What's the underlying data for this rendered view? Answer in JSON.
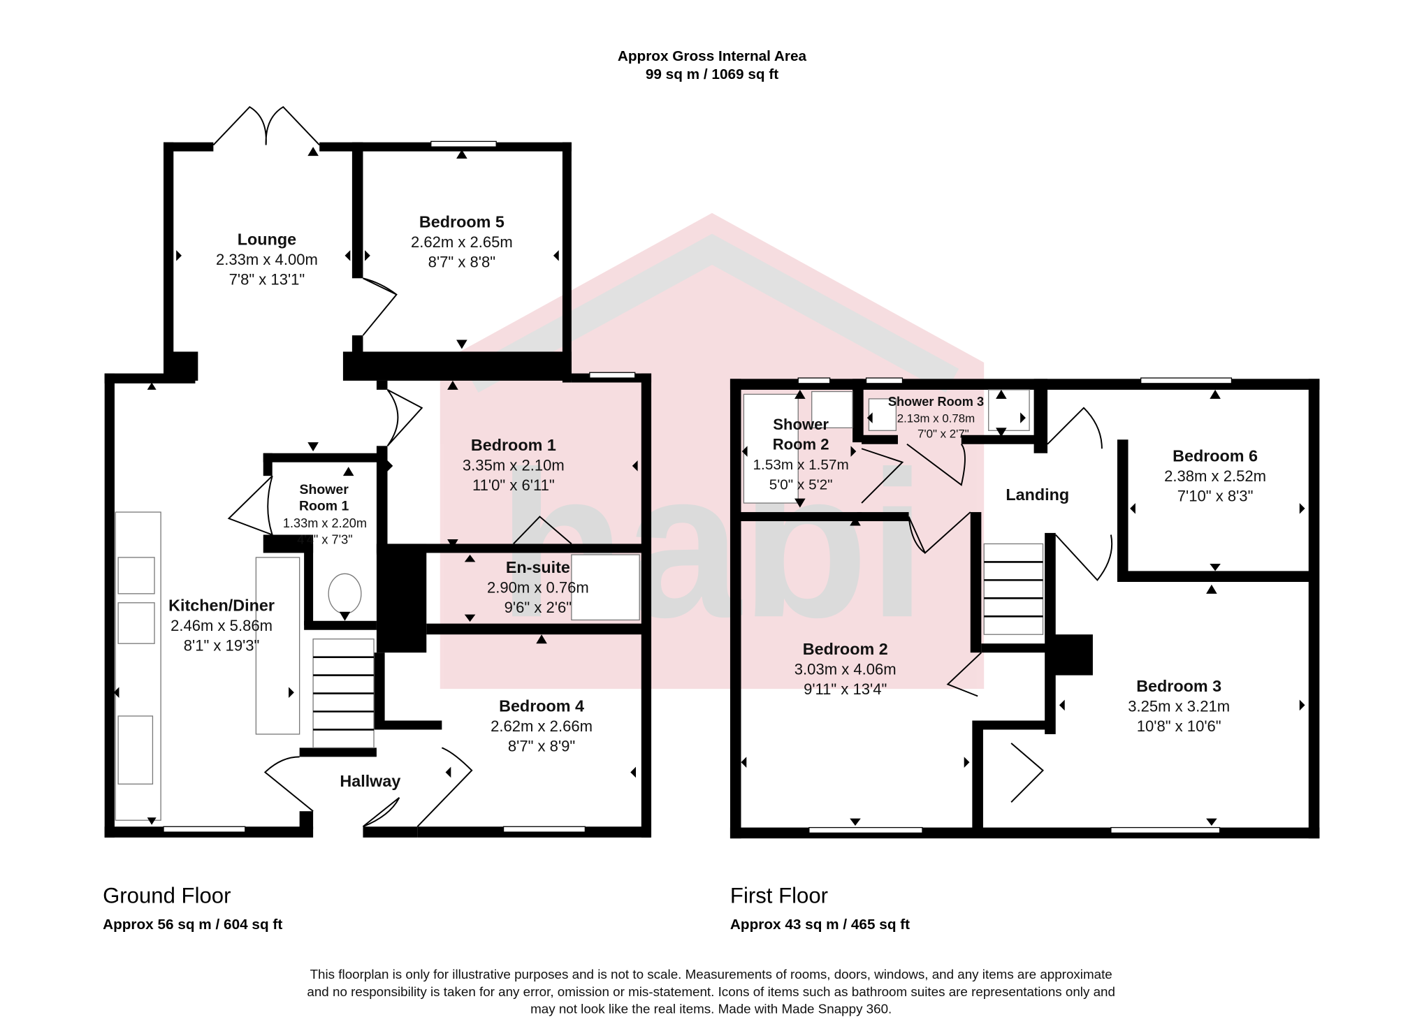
{
  "header": {
    "line1": "Approx Gross Internal Area",
    "line2": "99 sq m / 1069 sq ft"
  },
  "watermark": {
    "text": "habi",
    "color": "#e8a0a8"
  },
  "ground_floor": {
    "title": "Ground Floor",
    "area": "Approx 56 sq m / 604 sq ft",
    "rooms": [
      {
        "name": "Lounge",
        "metric": "2.33m x 4.00m",
        "imperial": "7'8\" x 13'1\""
      },
      {
        "name": "Bedroom 5",
        "metric": "2.62m x 2.65m",
        "imperial": "8'7\" x 8'8\""
      },
      {
        "name": "Bedroom 1",
        "metric": "3.35m x 2.10m",
        "imperial": "11'0\" x 6'11\""
      },
      {
        "name_line1": "Shower",
        "name_line2": "Room 1",
        "metric": "1.33m x 2.20m",
        "imperial": "4'4\" x 7'3\""
      },
      {
        "name": "En-suite",
        "metric": "2.90m x 0.76m",
        "imperial": "9'6\" x 2'6\""
      },
      {
        "name": "Kitchen/Diner",
        "metric": "2.46m x 5.86m",
        "imperial": "8'1\" x 19'3\""
      },
      {
        "name": "Bedroom 4",
        "metric": "2.62m x 2.66m",
        "imperial": "8'7\" x 8'9\""
      },
      {
        "name": "Hallway"
      }
    ]
  },
  "first_floor": {
    "title": "First Floor",
    "area": "Approx 43 sq m / 465 sq ft",
    "rooms": [
      {
        "name_line1": "Shower",
        "name_line2": "Room 2",
        "metric": "1.53m x 1.57m",
        "imperial": "5'0\" x 5'2\""
      },
      {
        "name": "Shower Room 3",
        "metric": "2.13m x 0.78m",
        "imperial": "7'0\" x 2'7\""
      },
      {
        "name": "Landing"
      },
      {
        "name": "Bedroom 6",
        "metric": "2.38m x 2.52m",
        "imperial": "7'10\" x 8'3\""
      },
      {
        "name": "Bedroom 2",
        "metric": "3.03m x 4.06m",
        "imperial": "9'11\" x 13'4\""
      },
      {
        "name": "Bedroom 3",
        "metric": "3.25m x 3.21m",
        "imperial": "10'8\" x 10'6\""
      }
    ]
  },
  "disclaimer": [
    "This floorplan is only for illustrative purposes and is not to scale. Measurements of rooms, doors, windows, and any items are approximate",
    "and no responsibility is taken for any error, omission or mis-statement. Icons of items such as bathroom suites are representations only and",
    "may not look like the real items. Made with Made Snappy 360."
  ]
}
